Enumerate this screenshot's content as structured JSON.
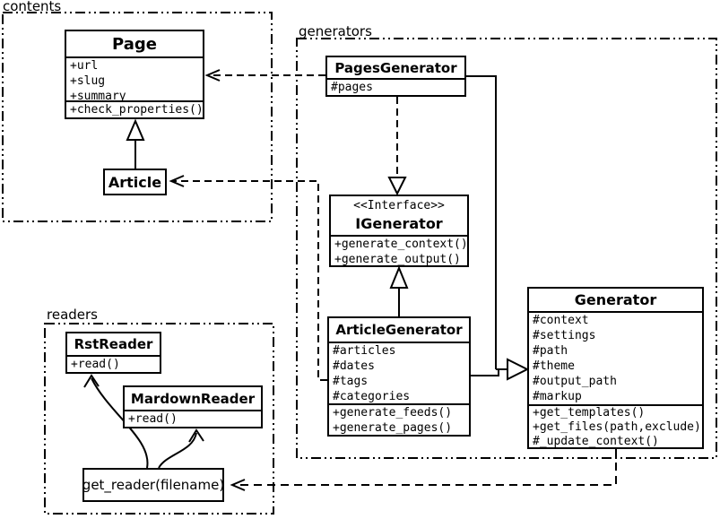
{
  "diagram_type": "uml-class-diagram",
  "colors": {
    "line": "#000000",
    "background": "#ffffff",
    "box_fill": "#ffffff",
    "text": "#000000"
  },
  "packages": {
    "contents": {
      "label": "contents"
    },
    "generators": {
      "label": "generators"
    },
    "readers": {
      "label": "readers"
    }
  },
  "classes": {
    "page": {
      "title": "Page",
      "attributes": [
        "+url",
        "+slug",
        "+summary"
      ],
      "methods": [
        "+check_properties()"
      ]
    },
    "article": {
      "title": "Article"
    },
    "pages_generator": {
      "title": "PagesGenerator",
      "attributes": [
        "#pages"
      ]
    },
    "igenerator": {
      "stereotype": "<<Interface>>",
      "title": "IGenerator",
      "methods": [
        "+generate_context()",
        "+generate_output()"
      ]
    },
    "article_generator": {
      "title": "ArticleGenerator",
      "attributes": [
        "#articles",
        "#dates",
        "#tags",
        "#categories"
      ],
      "methods": [
        "+generate_feeds()",
        "+generate_pages()"
      ]
    },
    "generator": {
      "title": "Generator",
      "attributes": [
        "#context",
        "#settings",
        "#path",
        "#theme",
        "#output_path",
        "#markup"
      ],
      "methods": [
        "+get_templates()",
        "+get_files(path,exclude)",
        "#_update_context()"
      ]
    },
    "rst_reader": {
      "title": "RstReader",
      "methods": [
        "+read()"
      ]
    },
    "mardown_reader": {
      "title": "MardownReader",
      "methods": [
        "+read()"
      ]
    },
    "get_reader": {
      "title": "get_reader(filename)"
    }
  },
  "relations": [
    "Article --|> Page",
    "PagesGenerator ..> Page",
    "ArticleGenerator ..> Article",
    "PagesGenerator ..|> IGenerator",
    "ArticleGenerator --|> IGenerator",
    "PagesGenerator --|> Generator",
    "ArticleGenerator --|> Generator",
    "Generator ..> get_reader(filename)",
    "get_reader(filename) -> RstReader",
    "get_reader(filename) -> MardownReader"
  ]
}
